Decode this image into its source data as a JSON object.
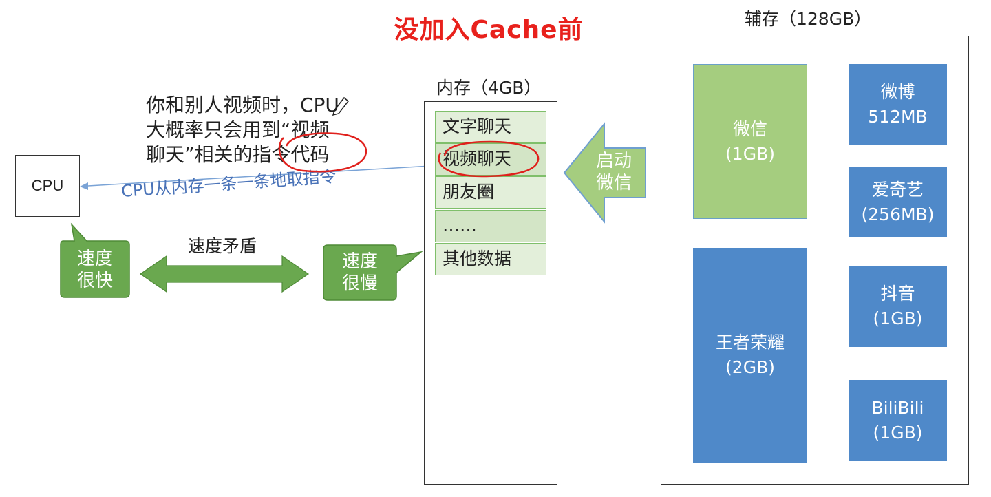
{
  "title": "没加入Cache前",
  "cpu": {
    "label": "CPU"
  },
  "annotation": {
    "line1": "你和别人视频时，CPU",
    "line2": "大概率只会用到“视频",
    "line3": "聊天”相关的指令代码"
  },
  "fetch_label": "CPU从内存一条一条地取指令",
  "speed_conflict": "速度矛盾",
  "bubble_fast": {
    "line1": "速度",
    "line2": "很快"
  },
  "bubble_slow": {
    "line1": "速度",
    "line2": "很慢"
  },
  "memory": {
    "label": "内存（4GB）",
    "cells": [
      "文字聊天",
      "视频聊天",
      "朋友圈",
      "……",
      "其他数据"
    ]
  },
  "launch_arrow": {
    "line1": "启动",
    "line2": "微信"
  },
  "storage": {
    "label": "辅存（128GB）",
    "apps": [
      {
        "name": "微信",
        "size": "(1GB)"
      },
      {
        "name": "微博",
        "size": "512MB"
      },
      {
        "name": "爱奇艺",
        "size": "(256MB)"
      },
      {
        "name": "王者荣耀",
        "size": "(2GB)"
      },
      {
        "name": "抖音",
        "size": "(1GB)"
      },
      {
        "name": "BiliBili",
        "size": "(1GB)"
      }
    ]
  },
  "colors": {
    "title": "#e8211c",
    "green_block": "#a5cd7f",
    "blue_block": "#4f89c9",
    "bubble_green": "#6aa84f",
    "memory_cell": "#e3efda",
    "memory_cell_alt": "#d3e5c6",
    "fetch_text": "#4a73b8",
    "red_circle": "#e0201c"
  }
}
